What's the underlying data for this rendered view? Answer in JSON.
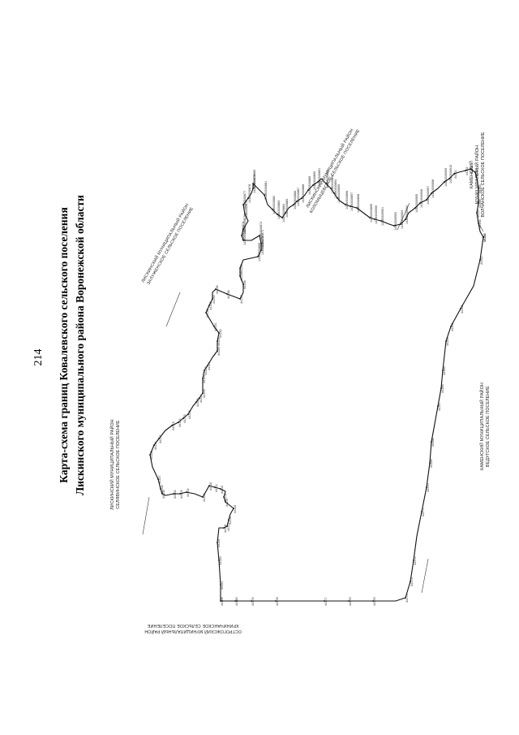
{
  "page": {
    "number": "214"
  },
  "title": {
    "line1": "Карта-схема границ Ковалевского сельского поселения",
    "line2": "Лискинского муниципального района Воронежской области"
  },
  "regions": {
    "north_west": {
      "line1": "ЛИСКИНСКИЙ МУНИЦИПАЛЬНЫЙ РАЙОН",
      "line2": "СЕЛЯВИНСКОЕ СЕЛЬСКОЕ ПОСЕЛЕНИЕ"
    },
    "north_center": {
      "line1": "ЛИСКИНСКИЙ МУНИЦИПАЛЬНЫЙ РАЙОН",
      "line2": "ЗАЛУЖЕНСКОЕ СЕЛЬСКОЕ ПОСЕЛЕНИЕ"
    },
    "north_east": {
      "line1": "ЛИСКИНСКИЙ МУНИЦИПАЛЬНЫЙ РАЙОН",
      "line2": "КОЛОМЫЦЕВСКОЕ СЕЛЬСКОЕ ПОСЕЛЕНИЕ"
    },
    "east": {
      "line1": "КАМЕНСКИЙ",
      "line2": "МУНИЦИПАЛЬНЫЙ РАЙОН",
      "line3": "ВОЛЧАНСКОЕ СЕЛЬСКОЕ ПОСЕЛЕНИЕ"
    },
    "south": {
      "line1": "КАМЕНСКИЙ МУНИЦИПАЛЬНЫЙ РАЙОН",
      "line2": "ВЕДУГСКОЕ СЕЛЬСКОЕ ПОСЕЛЕНИЕ"
    },
    "west": {
      "line1": "ОСТРОГОЖСКИЙ МУНИЦИПАЛЬНЫЙ РАЙОН",
      "line2": "КРИНИЧАНСКОЕ СЕЛЬСКОЕ ПОСЕЛЕНИЕ"
    }
  },
  "boundary_points": [
    {
      "label": "44109"
    },
    {
      "label": "44121"
    },
    {
      "label": "44120"
    },
    {
      "label": "44119"
    },
    {
      "label": "44118"
    },
    {
      "label": "44117"
    },
    {
      "label": "44116"
    },
    {
      "label": "44115"
    },
    {
      "label": "44114"
    },
    {
      "label": "44113"
    },
    {
      "label": "44112"
    },
    {
      "label": "44111"
    },
    {
      "label": "44110"
    },
    {
      "label": "44101"
    },
    {
      "label": "44102"
    },
    {
      "label": "44103"
    },
    {
      "label": "44104"
    },
    {
      "label": "44105"
    },
    {
      "label": "44106"
    },
    {
      "label": "44107"
    },
    {
      "label": "44108"
    },
    {
      "label": "44141"
    },
    {
      "label": "44142"
    },
    {
      "label": "44143"
    },
    {
      "label": "44144"
    },
    {
      "label": "44145"
    },
    {
      "label": "44146"
    },
    {
      "label": "44125"
    },
    {
      "label": "44124"
    },
    {
      "label": "44123"
    },
    {
      "label": "44122"
    },
    {
      "label": "44126"
    },
    {
      "label": "44127"
    },
    {
      "label": "44128"
    },
    {
      "label": "44129"
    },
    {
      "label": "44130"
    },
    {
      "label": "44131"
    },
    {
      "label": "44132"
    },
    {
      "label": "44133"
    },
    {
      "label": "44134"
    },
    {
      "label": "44135"
    },
    {
      "label": "44136"
    },
    {
      "label": "44137"
    },
    {
      "label": "44138"
    },
    {
      "label": "44139"
    },
    {
      "label": "44140"
    },
    {
      "label": "14380330869"
    },
    {
      "label": "14380330870"
    },
    {
      "label": "14380330871"
    },
    {
      "label": "14380330872"
    },
    {
      "label": "14380330873"
    },
    {
      "label": "14380330874"
    },
    {
      "label": "14380330875"
    },
    {
      "label": "14380330876"
    },
    {
      "label": "14380330877"
    },
    {
      "label": "14380330878"
    },
    {
      "label": "14380330879"
    },
    {
      "label": "14380330880"
    },
    {
      "label": "14380330881"
    },
    {
      "label": "14380330882"
    },
    {
      "label": "14380330883"
    },
    {
      "label": "14380330884"
    },
    {
      "label": "14380330885"
    },
    {
      "label": "14380330886"
    },
    {
      "label": "14380330887"
    },
    {
      "label": "14380330888"
    },
    {
      "label": "14380330889"
    },
    {
      "label": "14380330890"
    },
    {
      "label": "14380330891"
    },
    {
      "label": "14380330892"
    },
    {
      "label": "14380330893"
    },
    {
      "label": "14380330894"
    },
    {
      "label": "14380330895"
    },
    {
      "label": "14380330896"
    },
    {
      "label": "14380330897"
    },
    {
      "label": "14380330898"
    },
    {
      "label": "14380330899"
    },
    {
      "label": "14380330900"
    },
    {
      "label": "14380330901"
    },
    {
      "label": "14380330902"
    },
    {
      "label": "14380330903"
    },
    {
      "label": "14380330904"
    },
    {
      "label": "14380330905"
    },
    {
      "label": "14380330906"
    },
    {
      "label": "14380330907"
    },
    {
      "label": "14380330908"
    },
    {
      "label": "14380330909"
    },
    {
      "label": "14380330910"
    },
    {
      "label": "44151"
    },
    {
      "label": "44152"
    },
    {
      "label": "44153"
    },
    {
      "label": "44154"
    },
    {
      "label": "44155"
    },
    {
      "label": "44156"
    },
    {
      "label": "44157"
    },
    {
      "label": "44158"
    },
    {
      "label": "44159"
    },
    {
      "label": "44160"
    },
    {
      "label": "44161"
    },
    {
      "label": "44162"
    },
    {
      "label": "44163"
    },
    {
      "label": "44164"
    },
    {
      "label": "44165"
    },
    {
      "label": "44166"
    },
    {
      "label": "44167"
    },
    {
      "label": "44168"
    },
    {
      "label": "44169"
    },
    {
      "label": "44170"
    },
    {
      "label": "44171"
    },
    {
      "label": "44172"
    },
    {
      "label": "44173"
    },
    {
      "label": "44174"
    },
    {
      "label": "44175"
    },
    {
      "label": "44176"
    },
    {
      "label": "44177"
    },
    {
      "label": "44178"
    },
    {
      "label": "44179"
    },
    {
      "label": "44180"
    }
  ]
}
